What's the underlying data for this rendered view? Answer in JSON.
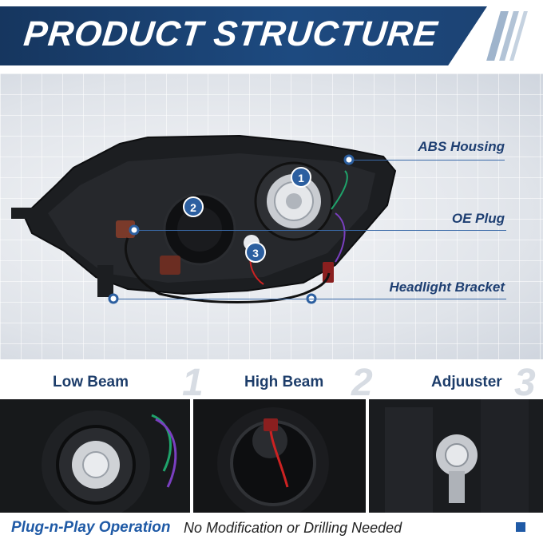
{
  "banner": {
    "title": "PRODUCT STRUCTURE"
  },
  "callouts": [
    "ABS Housing",
    "OE Plug",
    "Headlight Bracket"
  ],
  "markers": [
    "1",
    "2",
    "3"
  ],
  "beams": [
    {
      "label": "Low Beam",
      "num": "1"
    },
    {
      "label": "High Beam",
      "num": "2"
    },
    {
      "label": "Adjuuster",
      "num": "3"
    }
  ],
  "footer": {
    "strong": "Plug-n-Play Operation",
    "rest": "No Modification or Drilling Needed"
  },
  "colors": {
    "navy": "#16365f",
    "accent": "#1f5aa6",
    "marker": "#2c5fa0"
  }
}
